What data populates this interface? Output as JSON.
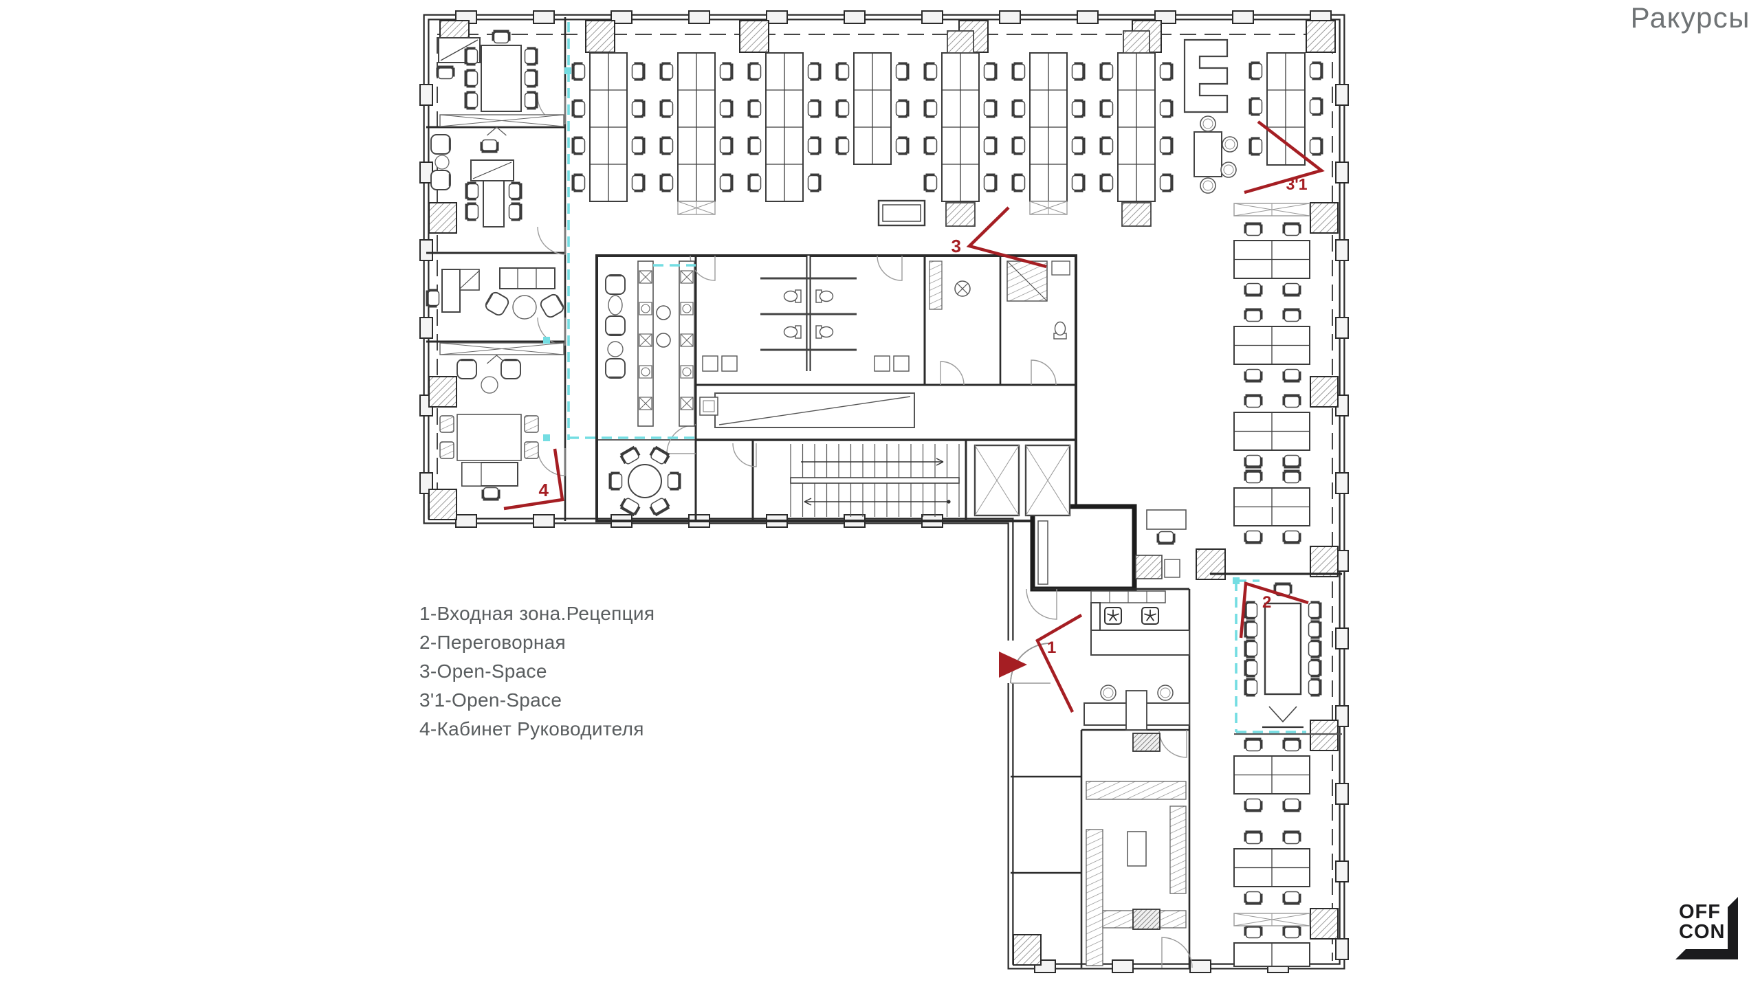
{
  "title": "Ракурсы",
  "legend": {
    "items": [
      "1-Входная зона.Рецепция",
      "2-Переговорная",
      "3-Open-Space",
      "3'1-Open-Space",
      "4-Кабинет Руководителя"
    ]
  },
  "markers": {
    "items": [
      {
        "label": "1"
      },
      {
        "label": "2"
      },
      {
        "label": "3"
      },
      {
        "label": "3'1"
      },
      {
        "label": "4"
      }
    ]
  },
  "logo": {
    "line1": "OFF",
    "line2": "CON"
  },
  "colors": {
    "marker_red": "#a51e23",
    "glass_cyan": "#74dde2",
    "wall_dark": "#2b2b2b",
    "text_gray": "#595d5f"
  }
}
